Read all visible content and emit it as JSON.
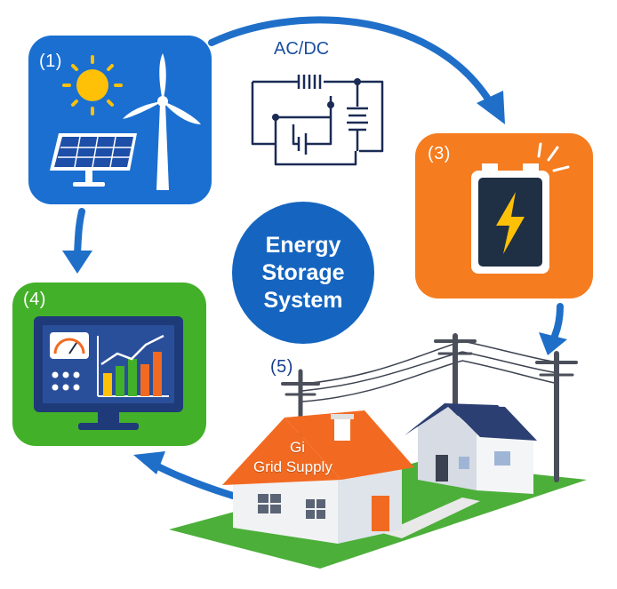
{
  "title": "Energy Storage System",
  "center": {
    "line1": "Energy",
    "line2": "Storage",
    "line3": "System"
  },
  "converter_label": "AC/DC",
  "steps": {
    "generation": {
      "number": "(1)",
      "color": "#1a6fd1"
    },
    "battery": {
      "number": "(3)",
      "color": "#f57c1f"
    },
    "monitor": {
      "number": "(4)",
      "color": "#43b02a"
    },
    "grid": {
      "number": "(5)"
    }
  },
  "house": {
    "label_top": "Gi",
    "label_bottom": "Grid Supply"
  },
  "colors": {
    "arrow": "#1f6fc9",
    "center": "#1565c0",
    "roof": "#f26a21",
    "lawn": "#4caf3a"
  },
  "icons": [
    "sun-icon",
    "solar-panel-icon",
    "wind-turbine-icon",
    "circuit-icon",
    "battery-icon",
    "lightning-icon",
    "monitor-icon",
    "gauge-icon",
    "bar-chart-icon",
    "house-icon",
    "power-pole-icon"
  ]
}
